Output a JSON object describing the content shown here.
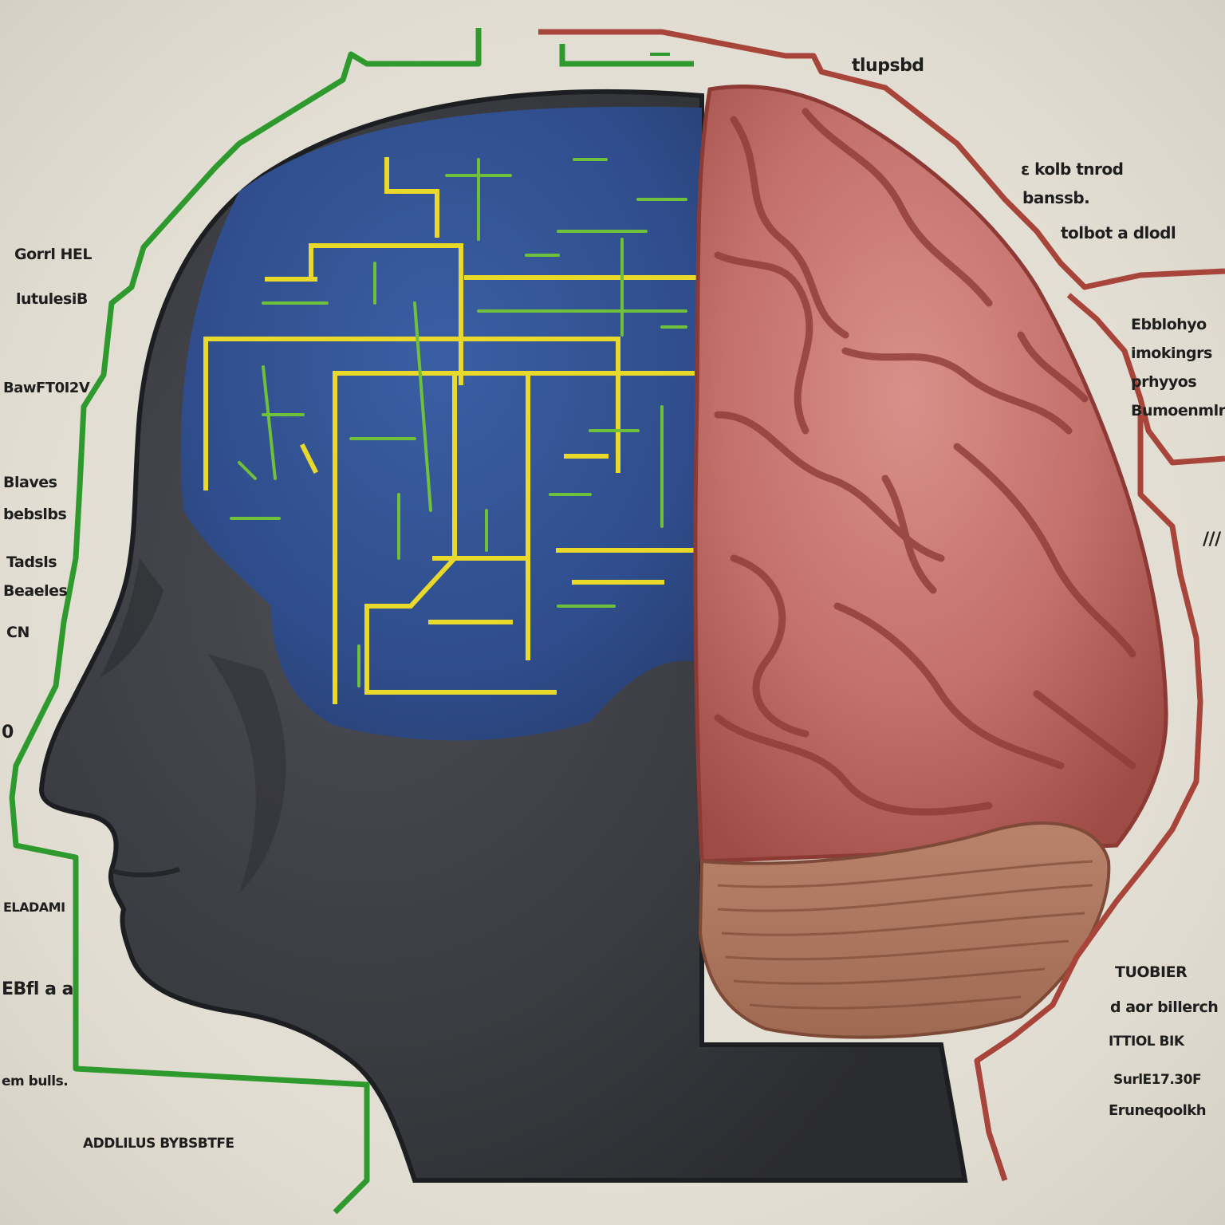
{
  "colors": {
    "paper": "#e6e1d7",
    "head": "#3b3d42",
    "circuit_bg": "#2f4f8f",
    "circuit_yellow": "#e9d92a",
    "circuit_green": "#6fc13a",
    "brain": "#c7746f",
    "brain_fold": "#8f3c38",
    "cerebellum": "#b07b5c",
    "left_wire": "#2e9a2e",
    "right_wire": "#a8453a"
  },
  "labels": {
    "top_right": "tlupsbd",
    "right_upper_1": "ε kolb tnrod",
    "right_upper_2": "banssb.",
    "right_upper_3": "tolbot a dlodl",
    "right_mid_1": "Ebblohyo",
    "right_mid_2": "imokingrs",
    "right_mid_3": "prhyyos",
    "right_mid_4": "Bumoenmlr",
    "right_glyph": "///",
    "right_lower_1": "TUOBIER",
    "right_lower_2": "d aor billerch",
    "right_lower_3": "ΙΤΤΙΟL ΒΙΚ",
    "right_lower_4": "SurlE17.30F",
    "right_lower_5": "Eruneqoolkh",
    "left_1": "Gorrl HEL",
    "left_2": "lutulesiB",
    "left_3": "BawFT0I2V",
    "left_4": "Blaves",
    "left_5": "bebslbs",
    "left_6": "Tadsls",
    "left_7": "Beaeles",
    "left_8": "CN",
    "left_9": "0",
    "left_10": "ELADAMI",
    "left_11": "EBfl a a",
    "left_12": "em bulls.",
    "bottom": "ADDLILUS BYBSBTFE"
  }
}
